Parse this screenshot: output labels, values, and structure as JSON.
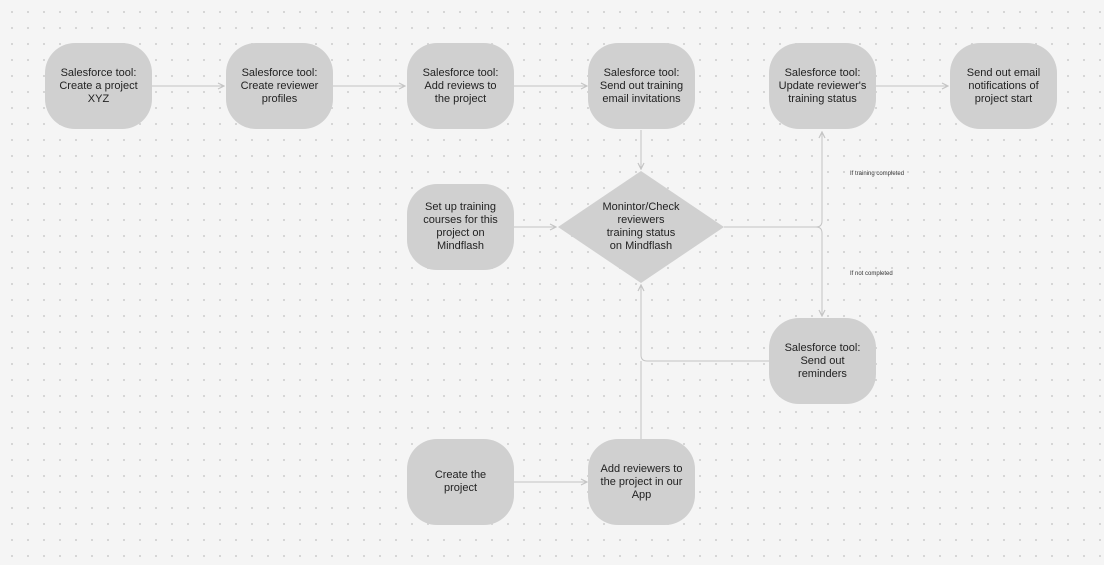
{
  "nodes": {
    "create_project_xyz": "Salesforce tool:\nCreate a project\nXYZ",
    "create_reviewer_profiles": "Salesforce tool:\nCreate reviewer\nprofiles",
    "add_reviews_to_project": "Salesforce tool:\nAdd reviews to\nthe project",
    "send_training_invitations": "Salesforce tool:\nSend out training\nemail invitations",
    "update_training_status": "Salesforce tool:\nUpdate reviewer's\ntraining status",
    "send_email_notifications": "Send out email\nnotifications of\nproject start",
    "setup_training_courses": "Set up training\ncourses for this\nproject on\nMindflash",
    "monitor_training_status": "Monintor/Check\nreviewers\ntraining status\non Mindflash",
    "send_reminders": "Salesforce tool:\nSend out\nreminders",
    "create_the_project": "Create the\nproject",
    "add_reviewers_in_app": "Add reviewers to\nthe project in our\nApp"
  },
  "edge_labels": {
    "if_training_completed": "If training completed",
    "if_not_completed": "If not completed"
  },
  "colors": {
    "node_fill": "#d0d0d0",
    "edge_stroke": "#c4c4c4",
    "background": "#f5f5f5"
  }
}
